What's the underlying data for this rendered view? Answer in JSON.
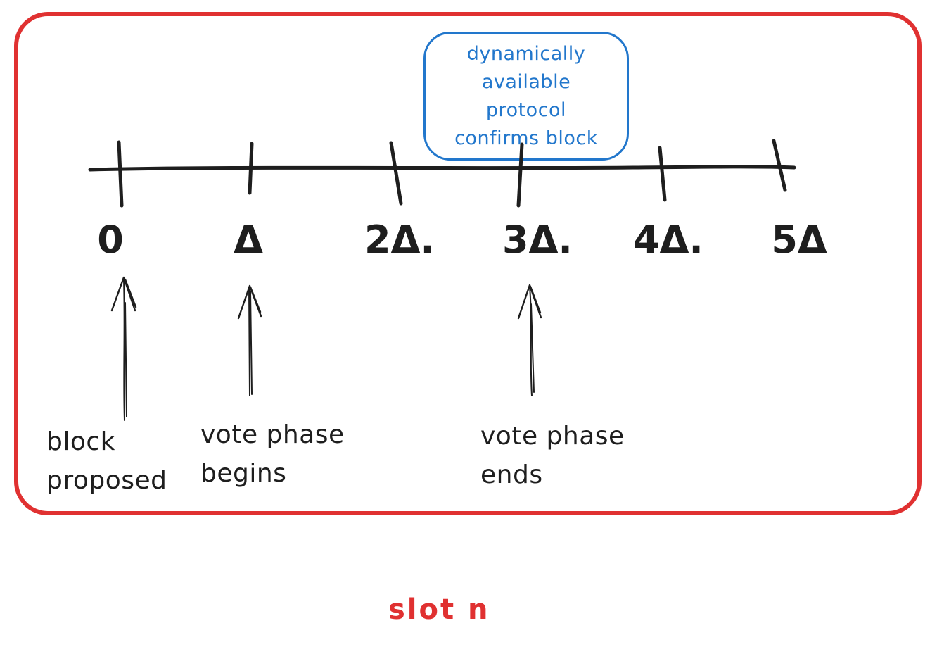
{
  "theme": {
    "ink": "#1e1e1e",
    "red": "#e03131",
    "blue": "#2277cc"
  },
  "callout": {
    "lines": [
      "dynamically",
      "available",
      "protocol",
      "confirms block"
    ]
  },
  "timeline": {
    "ticks": [
      {
        "label": "0"
      },
      {
        "label": "Δ"
      },
      {
        "label": "2Δ."
      },
      {
        "label": "3Δ."
      },
      {
        "label": "4Δ."
      },
      {
        "label": "5Δ"
      }
    ]
  },
  "annotations": [
    {
      "lines": [
        "block",
        "proposed"
      ]
    },
    {
      "lines": [
        "vote phase",
        "begins"
      ]
    },
    {
      "lines": [
        "vote phase",
        "ends"
      ]
    }
  ],
  "slot_label": "slot n"
}
